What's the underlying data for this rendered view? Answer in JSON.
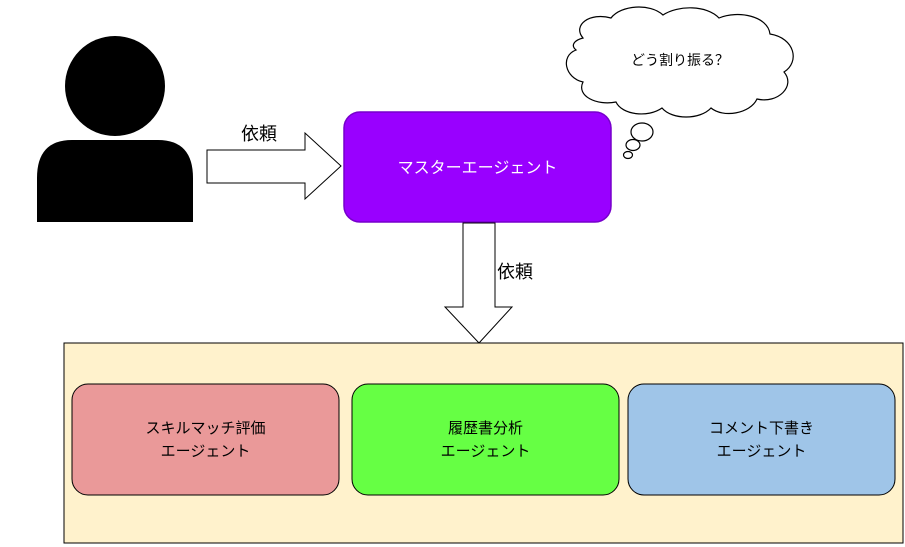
{
  "user": {
    "icon": "person-icon",
    "color": "#000000"
  },
  "request_arrow": {
    "label": "依頼"
  },
  "master": {
    "label": "マスターエージェント",
    "fill": "#9900FF",
    "stroke": "#7700CC",
    "text_color": "#FFFFFF"
  },
  "thought": {
    "text": "どう割り振る？"
  },
  "down_arrow": {
    "label": "依頼"
  },
  "container": {
    "fill": "#FFF2CC"
  },
  "agents": [
    {
      "line1": "スキルマッチ評価",
      "line2": "エージェント",
      "fill": "#EA9999"
    },
    {
      "line1": "履歴書分析",
      "line2": "エージェント",
      "fill": "#66FF44"
    },
    {
      "line1": "コメント下書き",
      "line2": "エージェント",
      "fill": "#9FC5E8"
    }
  ]
}
